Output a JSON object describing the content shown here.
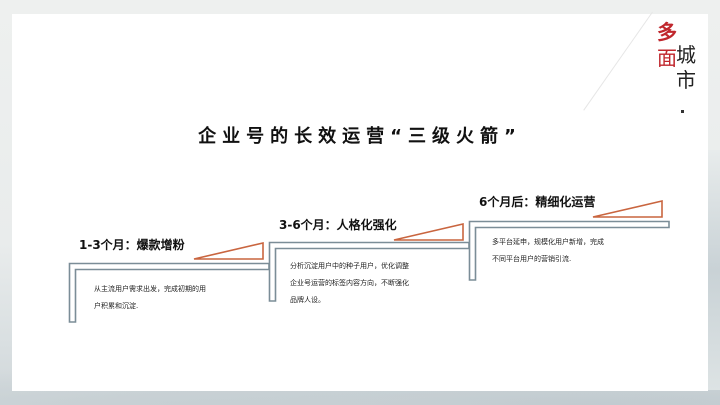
{
  "logo": {
    "chars": [
      "多",
      "面",
      "城",
      "市"
    ],
    "accent_color": "#c0272d"
  },
  "title": "企业号的长效运营“三级火箭”",
  "steps": [
    {
      "heading": "1-3个月：爆款增粉",
      "description_lines": [
        "从主流用户需求出发，完成初期的用",
        "户积累和沉淀."
      ]
    },
    {
      "heading": "3-6个月：人格化强化",
      "description_lines": [
        "分析沉淀用户中的种子用户，优化调整",
        "企业号运营的标签内容方向，不断强化",
        "品牌人设。"
      ]
    },
    {
      "heading": "6个月后：精细化运营",
      "description_lines": [
        "多平台延申，规模化用户新增，完成",
        "不同平台用户的营销引流."
      ]
    }
  ],
  "colors": {
    "frame": "#7b8d97",
    "flag": "#c9653f",
    "text": "#111111"
  }
}
